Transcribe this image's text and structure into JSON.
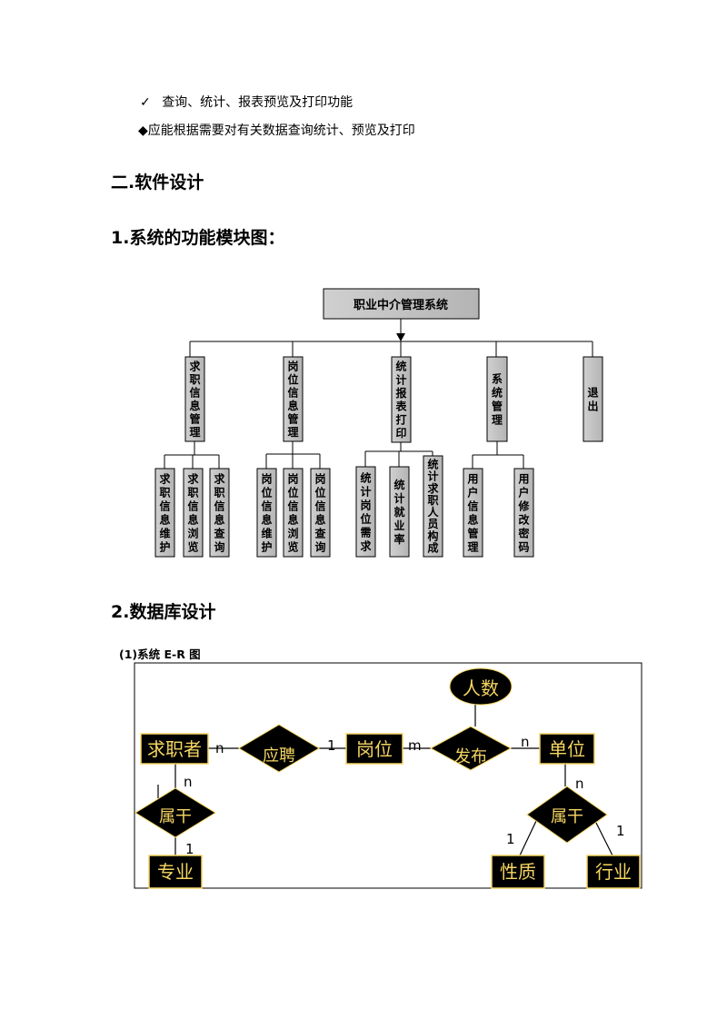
{
  "bullets": [
    {
      "marker": "✓",
      "text": "查询、统计、报表预览及打印功能"
    },
    {
      "marker": "◆",
      "text": "应能根据需要对有关数据查询统计、预览及打印"
    }
  ],
  "section2_title": "二.软件设计",
  "sub1_title": "1.系统的功能模块图：",
  "module_diagram": {
    "root": "职业中介管理系统",
    "modules": [
      {
        "label": "求职信息管理",
        "children": [
          "求职信息维护",
          "求职信息浏览",
          "求职信息查询"
        ]
      },
      {
        "label": "岗位信息管理",
        "children": [
          "岗位信息维护",
          "岗位信息浏览",
          "岗位信息查询"
        ]
      },
      {
        "label": "统计报表打印",
        "children": [
          "统计岗位需求",
          "统计就业率",
          "统计求职人员构成"
        ]
      },
      {
        "label": "系统管理",
        "children": [
          "用户信息管理",
          "用户修改密码"
        ]
      },
      {
        "label": "退出",
        "children": []
      }
    ]
  },
  "sub2_title": "2.数据库设计",
  "er_caption": "(1)系统 E-R 图",
  "er_diagram": {
    "entities": {
      "seeker": "求职者",
      "position": "岗位",
      "unit": "单位",
      "major": "专业",
      "nature": "性质",
      "industry": "行业"
    },
    "relationships": {
      "apply": "应聘",
      "publish": "发布",
      "belong_left": "属干",
      "belong_right": "属干"
    },
    "attribute": "人数",
    "cardinalities": {
      "seeker_apply": "n",
      "apply_position": "1",
      "position_publish": "m",
      "publish_unit": "n",
      "seeker_belong": "n",
      "belong_major": "1",
      "unit_belong": "n",
      "belong_nature": "1",
      "belong_industry": "1"
    },
    "colors": {
      "fill": "#000000",
      "text": "#f5d562",
      "accent": "#f5d562"
    }
  }
}
